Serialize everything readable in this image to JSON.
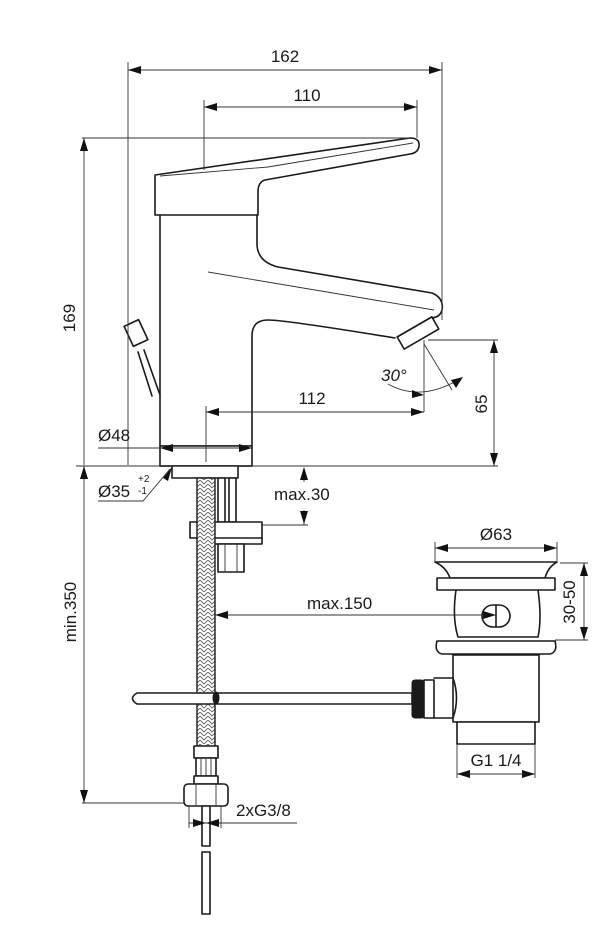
{
  "drawing": {
    "title": "Single-lever basin mixer with pop-up waste — dimensional drawing",
    "units": "mm",
    "colors": {
      "line": "#1a1a1a",
      "background": "#ffffff"
    },
    "dimensions": {
      "overall_width": "162",
      "lever_reach": "110",
      "overall_height": "169",
      "spout_reach": "112",
      "spout_height": "65",
      "spout_angle": "30°",
      "body_diameter": "Ø48",
      "hole_diameter": "Ø35",
      "hole_tol_plus": "+2",
      "hole_tol_minus": "-1",
      "deck_thickness": "max.30",
      "hose_length": "min.350",
      "rod_distance": "max.150",
      "waste_diameter": "Ø63",
      "waste_height": "30-50",
      "waste_thread": "G1 1/4",
      "connection_thread": "2xG3/8"
    }
  }
}
